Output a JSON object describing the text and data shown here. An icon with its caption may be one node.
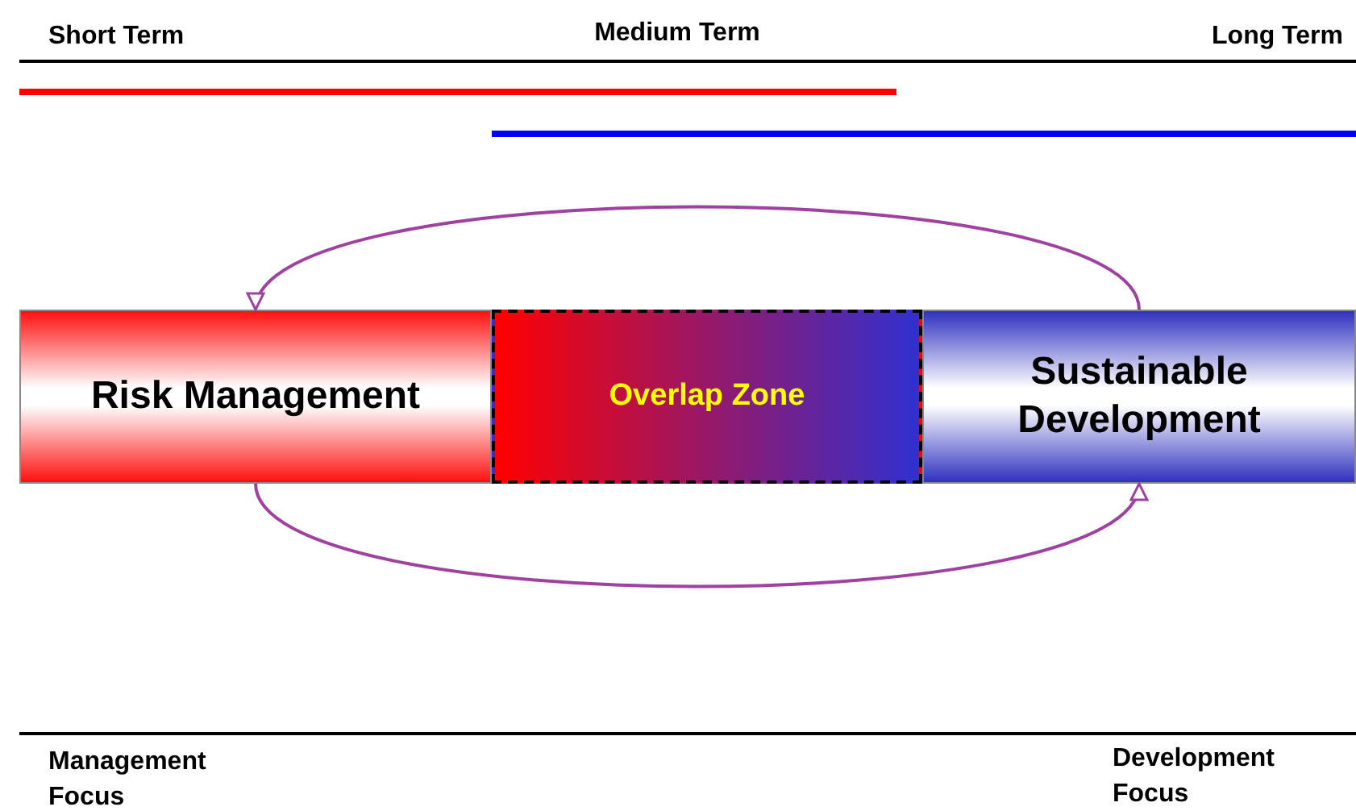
{
  "diagram": {
    "nodes": [
      {
        "text": [
          "Risk Management"
        ]
      },
      {
        "text": [
          "Overlap Zone"
        ]
      },
      {
        "text": [
          "Sustainable Development"
        ]
      }
    ],
    "edges": [
      {
        "from": 2,
        "to": 0,
        "arrow": "to"
      },
      {
        "from": 0,
        "to": 2,
        "arrow": "to"
      }
    ],
    "labels": [
      "Short Term",
      "Medium Term",
      "Long Term",
      "Management Focus",
      "Development Focus"
    ]
  }
}
